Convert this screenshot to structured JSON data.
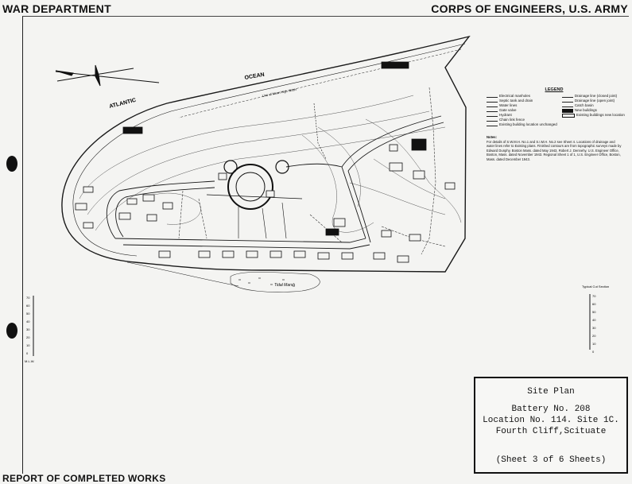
{
  "header": {
    "left": "WAR DEPARTMENT",
    "right": "CORPS OF ENGINEERS, U.S. ARMY"
  },
  "footer": "REPORT OF COMPLETED WORKS",
  "labels": {
    "atlantic": "ATLANTIC",
    "ocean": "OCEAN",
    "tidal_marsh": "Tidal Marsh",
    "low_water": "Line of Mean High Water"
  },
  "title_block": {
    "title": "Site Plan",
    "line1": "Battery No. 208",
    "line2": "Location No. 114.  Site 1C.",
    "line3": "Fourth Cliff,Scituate",
    "sheet": "(Sheet 3 of 6 Sheets)"
  },
  "legend": {
    "title": "LEGEND",
    "left": [
      "Electrical manholes",
      "Septic tank and drain",
      "Water lines",
      "Gate valve",
      "Hydrant",
      "Chain link fence",
      "Existing building location unchanged"
    ],
    "right": [
      "Drainage line (closed joint)",
      "Drainage line (open joint)",
      "Catch basin",
      "New buildings",
      "Existing buildings new location"
    ]
  },
  "notes": {
    "title": "Notes:",
    "text": "For details of S.W.M.H. No.1 and S.I.M.H. No.2 see Sheet 4. Locations of drainage and water lines refer to Existing plans. Finished contours are from topographic surveys made by Edward Dunphy. Boston Mass. dated May 1943, Robert J. Dennehy, U.S. Engineer Office, Boston, Mass. dated November 1943. Regional Sheet 1 of 1, U.S. Engineer Office, Boston, Mass. dated December 1943."
  },
  "scale": {
    "left_ticks": [
      "70",
      "60",
      "50",
      "40",
      "30",
      "20",
      "10",
      "0"
    ],
    "left_caption": "M.L.W.",
    "right_title": "Typical Cut Section",
    "right_ticks": [
      "70",
      "60",
      "50",
      "40",
      "30",
      "20",
      "10",
      "0"
    ]
  },
  "colors": {
    "ink": "#1a1a1a",
    "paper": "#f4f4f2"
  }
}
